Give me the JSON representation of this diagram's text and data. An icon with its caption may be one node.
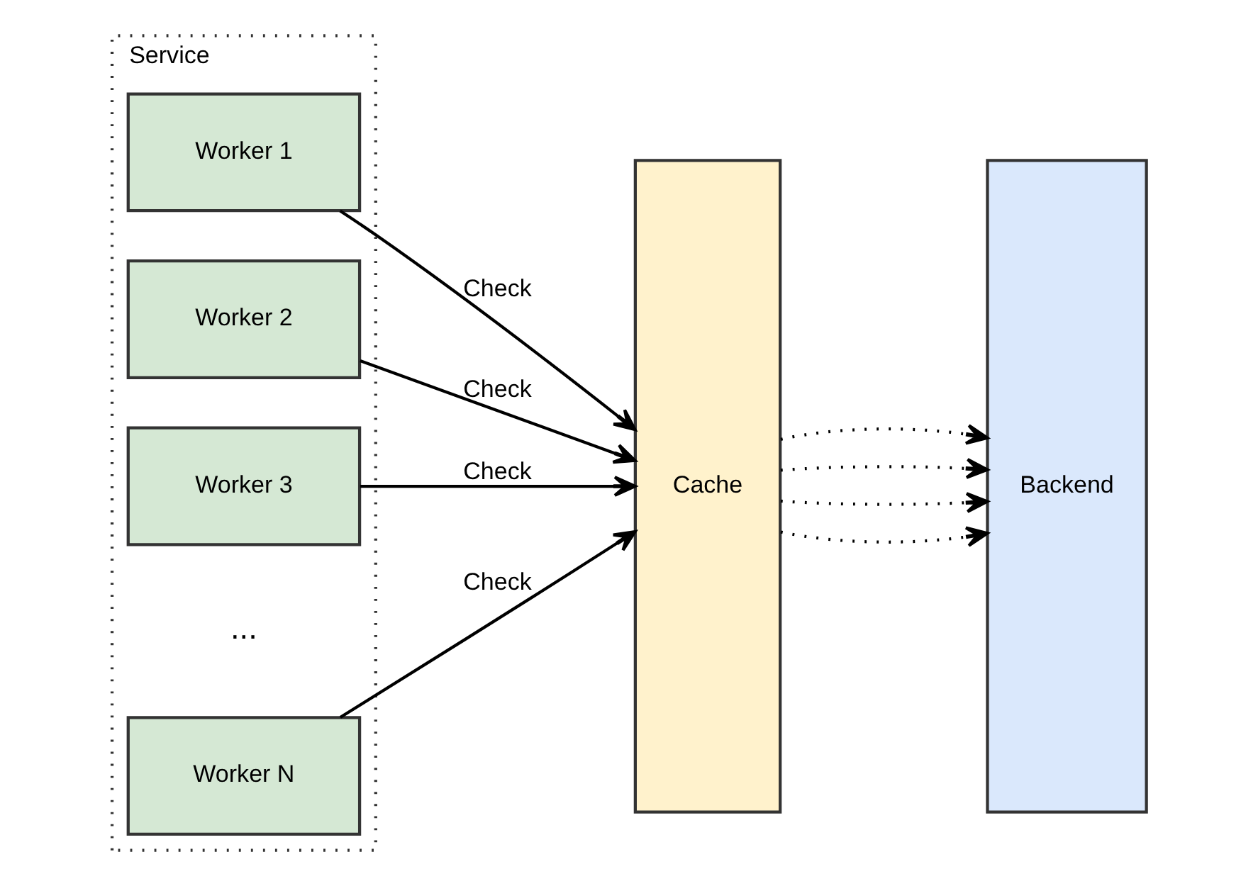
{
  "diagram": {
    "nodes": [
      {
        "text": [
          "Service"
        ]
      },
      {
        "text": [
          "Worker 1"
        ],
        "in": 0
      },
      {
        "text": [
          "Worker 2"
        ],
        "in": 0
      },
      {
        "text": [
          "Worker 3"
        ],
        "in": 0
      },
      {
        "text": [
          "Worker N"
        ],
        "in": 0
      },
      {
        "text": [
          "Cache"
        ]
      },
      {
        "text": [
          "Backend"
        ]
      }
    ],
    "edges": [
      {
        "from": 1,
        "to": 5,
        "arrow": "to",
        "label": "Check"
      },
      {
        "from": 2,
        "to": 5,
        "arrow": "to",
        "label": "Check"
      },
      {
        "from": 3,
        "to": 5,
        "arrow": "to",
        "label": "Check"
      },
      {
        "from": 4,
        "to": 5,
        "arrow": "to",
        "label": "Check"
      },
      {
        "from": 5,
        "to": 6,
        "arrow": "to",
        "style": "dashed"
      },
      {
        "from": 5,
        "to": 6,
        "arrow": "to",
        "style": "dashed"
      },
      {
        "from": 5,
        "to": 6,
        "arrow": "to",
        "style": "dashed"
      },
      {
        "from": 5,
        "to": 6,
        "arrow": "to",
        "style": "dashed"
      }
    ],
    "labels": [
      "..."
    ]
  }
}
